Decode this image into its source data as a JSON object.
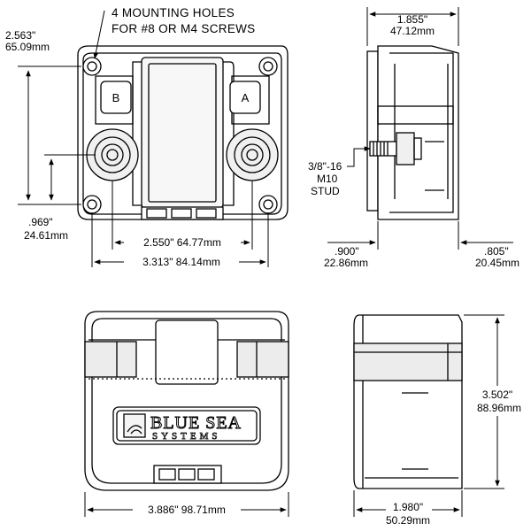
{
  "notes": {
    "mounting_holes_line1": "4 MOUNTING HOLES",
    "mounting_holes_line2": "FOR #8 OR M4 SCREWS",
    "stud_line1": "3/8\"-16",
    "stud_line2": "M10",
    "stud_line3": "STUD"
  },
  "front_view": {
    "button_b": "B",
    "button_a": "A",
    "dim_hole_height_in": "2.563\"",
    "dim_hole_height_mm": "65.09mm",
    "dim_stud_height_in": ".969\"",
    "dim_stud_height_mm": "24.61mm",
    "dim_hole_spacing": "2.550\" 64.77mm",
    "dim_overall_width": "3.313\" 84.14mm"
  },
  "side_view_top": {
    "dim_depth_in": "1.855\"",
    "dim_depth_mm": "47.12mm",
    "dim_left_in": ".900\"",
    "dim_left_mm": "22.86mm",
    "dim_right_in": ".805\"",
    "dim_right_mm": "20.45mm"
  },
  "top_view": {
    "brand_line1": "BLUE SEA",
    "brand_line2": "SYSTEMS",
    "dim_width": "3.886\" 98.71mm"
  },
  "side_view_bottom": {
    "dim_height_in": "3.502\"",
    "dim_height_mm": "88.96mm",
    "dim_width_in": "1.980\"",
    "dim_width_mm": "50.29mm"
  }
}
